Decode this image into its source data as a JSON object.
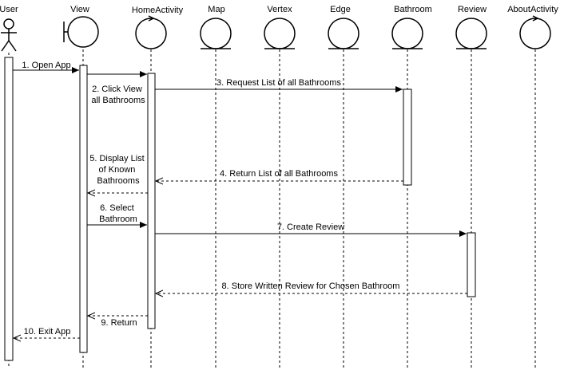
{
  "participants": [
    {
      "id": "user",
      "label": "User",
      "kind": "actor"
    },
    {
      "id": "view",
      "label": "View",
      "kind": "boundary"
    },
    {
      "id": "home",
      "label": "HomeActivity",
      "kind": "control"
    },
    {
      "id": "map",
      "label": "Map",
      "kind": "entity"
    },
    {
      "id": "vertex",
      "label": "Vertex",
      "kind": "entity"
    },
    {
      "id": "edge",
      "label": "Edge",
      "kind": "entity"
    },
    {
      "id": "bathroom",
      "label": "Bathroom",
      "kind": "entity"
    },
    {
      "id": "review",
      "label": "Review",
      "kind": "entity"
    },
    {
      "id": "about",
      "label": "AboutActivity",
      "kind": "control"
    }
  ],
  "messages": [
    {
      "id": "m1",
      "label": "1. Open App",
      "from": "user",
      "to": "view",
      "type": "sync"
    },
    {
      "id": "m2",
      "label": "2. Click View all Bathrooms",
      "from": "view",
      "to": "home",
      "type": "sync"
    },
    {
      "id": "m3",
      "label": "3. Request List of all Bathrooms",
      "from": "home",
      "to": "bathroom",
      "type": "sync"
    },
    {
      "id": "m4",
      "label": "4. Return List of all Bathrooms",
      "from": "bathroom",
      "to": "home",
      "type": "return"
    },
    {
      "id": "m5",
      "label": "5. Display List of Known Bathrooms",
      "from": "home",
      "to": "view",
      "type": "return"
    },
    {
      "id": "m6",
      "label": "6. Select Bathroom",
      "from": "view",
      "to": "home",
      "type": "sync"
    },
    {
      "id": "m7",
      "label": "7. Create Review",
      "from": "home",
      "to": "review",
      "type": "sync"
    },
    {
      "id": "m8",
      "label": "8. Store Written Review for Chosen Bathroom",
      "from": "review",
      "to": "home",
      "type": "return"
    },
    {
      "id": "m9",
      "label": "9. Return",
      "from": "home",
      "to": "view",
      "type": "return"
    },
    {
      "id": "m10",
      "label": "10. Exit App",
      "from": "view",
      "to": "user",
      "type": "return"
    }
  ]
}
